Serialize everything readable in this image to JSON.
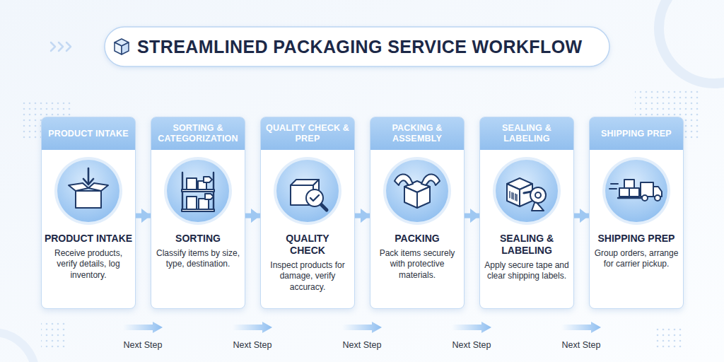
{
  "diagram": {
    "title": "STREAMLINED PACKAGING SERVICE WORKFLOW",
    "nodes": [
      {
        "text": [
          "PRODUCT INTAKE",
          "PRODUCT INTAKE",
          "Receive products, verify details, log inventory."
        ]
      },
      {
        "text": [
          "SORTING & CATEGORIZATION",
          "SORTING",
          "Classify items by size, type, destination."
        ]
      },
      {
        "text": [
          "QUALITY CHECK & PREP",
          "QUALITY CHECK",
          "Inspect products for damage, verify accuracy."
        ]
      },
      {
        "text": [
          "PACKING & ASSEMBLY",
          "PACKING",
          "Pack items securely with protective materials."
        ]
      },
      {
        "text": [
          "SEALING & LABELING",
          "SEALING & LABELING",
          "Apply secure tape and clear shipping labels."
        ]
      },
      {
        "text": [
          "SHIPPING PREP",
          "SHIPPING PREP",
          "Group orders, arrange for carrier pickup."
        ]
      }
    ],
    "edges": [
      {
        "from": 0,
        "to": 1,
        "arrow": "to"
      },
      {
        "from": 1,
        "to": 2,
        "arrow": "to"
      },
      {
        "from": 2,
        "to": 3,
        "arrow": "to"
      },
      {
        "from": 3,
        "to": 4,
        "arrow": "to"
      },
      {
        "from": 4,
        "to": 5,
        "arrow": "to"
      }
    ],
    "labels": [
      "Next Step",
      "Next Step",
      "Next Step",
      "Next Step",
      "Next Step"
    ]
  }
}
